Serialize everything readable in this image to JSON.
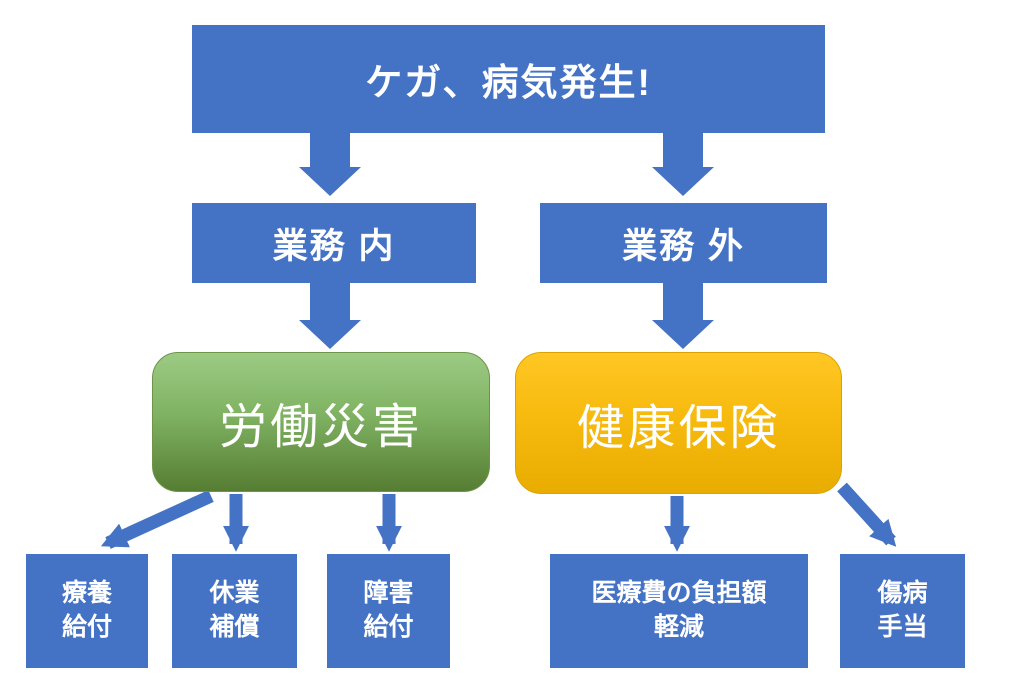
{
  "diagram": {
    "type": "flowchart",
    "background": "#FFFFFF",
    "palette": {
      "node_blue": "#4472C4",
      "arrow_blue": "#4472C4",
      "green_gradient_top": "#9CCB84",
      "green_gradient_bottom": "#567D33",
      "green_border": "#6E9449",
      "yellow_gradient_top": "#FFC725",
      "yellow_gradient_bottom": "#E9AC00",
      "yellow_border": "#DCA300",
      "text_color": "#FFFFFF"
    },
    "nodes": {
      "event": {
        "label": "ケガ、病気発生!"
      },
      "on_duty": {
        "label": "業務 内"
      },
      "off_duty": {
        "label": "業務 外"
      },
      "work_accident": {
        "label": "労働災害"
      },
      "health_insurance": {
        "label": "健康保険"
      },
      "medical_benefit": {
        "label": "療養\n給付"
      },
      "leave_compensation": {
        "label": "休業\n補償"
      },
      "disability_benefit": {
        "label": "障害\n給付"
      },
      "cost_reduction": {
        "label": "医療費の負担額\n軽減"
      },
      "sickness_allowance": {
        "label": "傷病\n手当"
      }
    },
    "connections": [
      {
        "from": "event",
        "to": "on_duty",
        "style": "block-arrow"
      },
      {
        "from": "event",
        "to": "off_duty",
        "style": "block-arrow"
      },
      {
        "from": "on_duty",
        "to": "work_accident",
        "style": "block-arrow"
      },
      {
        "from": "off_duty",
        "to": "health_insurance",
        "style": "block-arrow"
      },
      {
        "from": "work_accident",
        "to": "medical_benefit",
        "style": "thin-diagonal"
      },
      {
        "from": "work_accident",
        "to": "leave_compensation",
        "style": "thin-straight"
      },
      {
        "from": "work_accident",
        "to": "disability_benefit",
        "style": "thin-straight"
      },
      {
        "from": "health_insurance",
        "to": "cost_reduction",
        "style": "thin-straight"
      },
      {
        "from": "health_insurance",
        "to": "sickness_allowance",
        "style": "thin-diagonal"
      }
    ]
  }
}
